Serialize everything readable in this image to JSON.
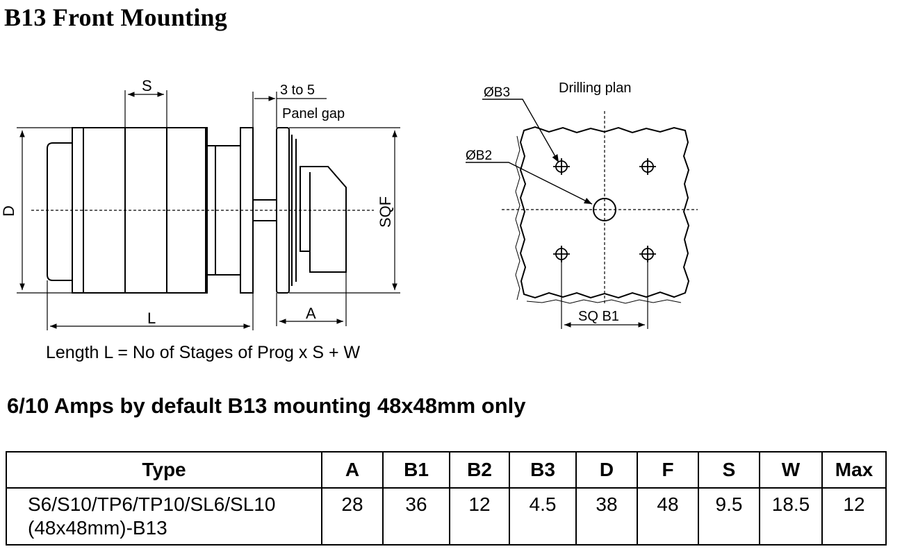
{
  "title": "B13 Front Mounting",
  "side_view": {
    "label_s": "S",
    "label_gap": "3 to 5",
    "label_panel_gap": "Panel gap",
    "label_d": "D",
    "label_sqf": "SQF",
    "label_l": "L",
    "label_a": "A",
    "formula": "Length L = No of Stages of Prog x S + W"
  },
  "drilling_plan": {
    "title": "Drilling plan",
    "label_b3": "ØB3",
    "label_b2": "ØB2",
    "label_sq_b1": "SQ B1"
  },
  "subtitle": "6/10 Amps by default B13 mounting 48x48mm only",
  "table": {
    "headers": [
      "Type",
      "A",
      "B1",
      "B2",
      "B3",
      "D",
      "F",
      "S",
      "W",
      "Max"
    ],
    "row": {
      "type_line1": "S6/S10/TP6/TP10/SL6/SL10",
      "type_line2": "(48x48mm)-B13",
      "values": [
        "28",
        "36",
        "12",
        "4.5",
        "38",
        "48",
        "9.5",
        "18.5",
        "12"
      ]
    }
  }
}
